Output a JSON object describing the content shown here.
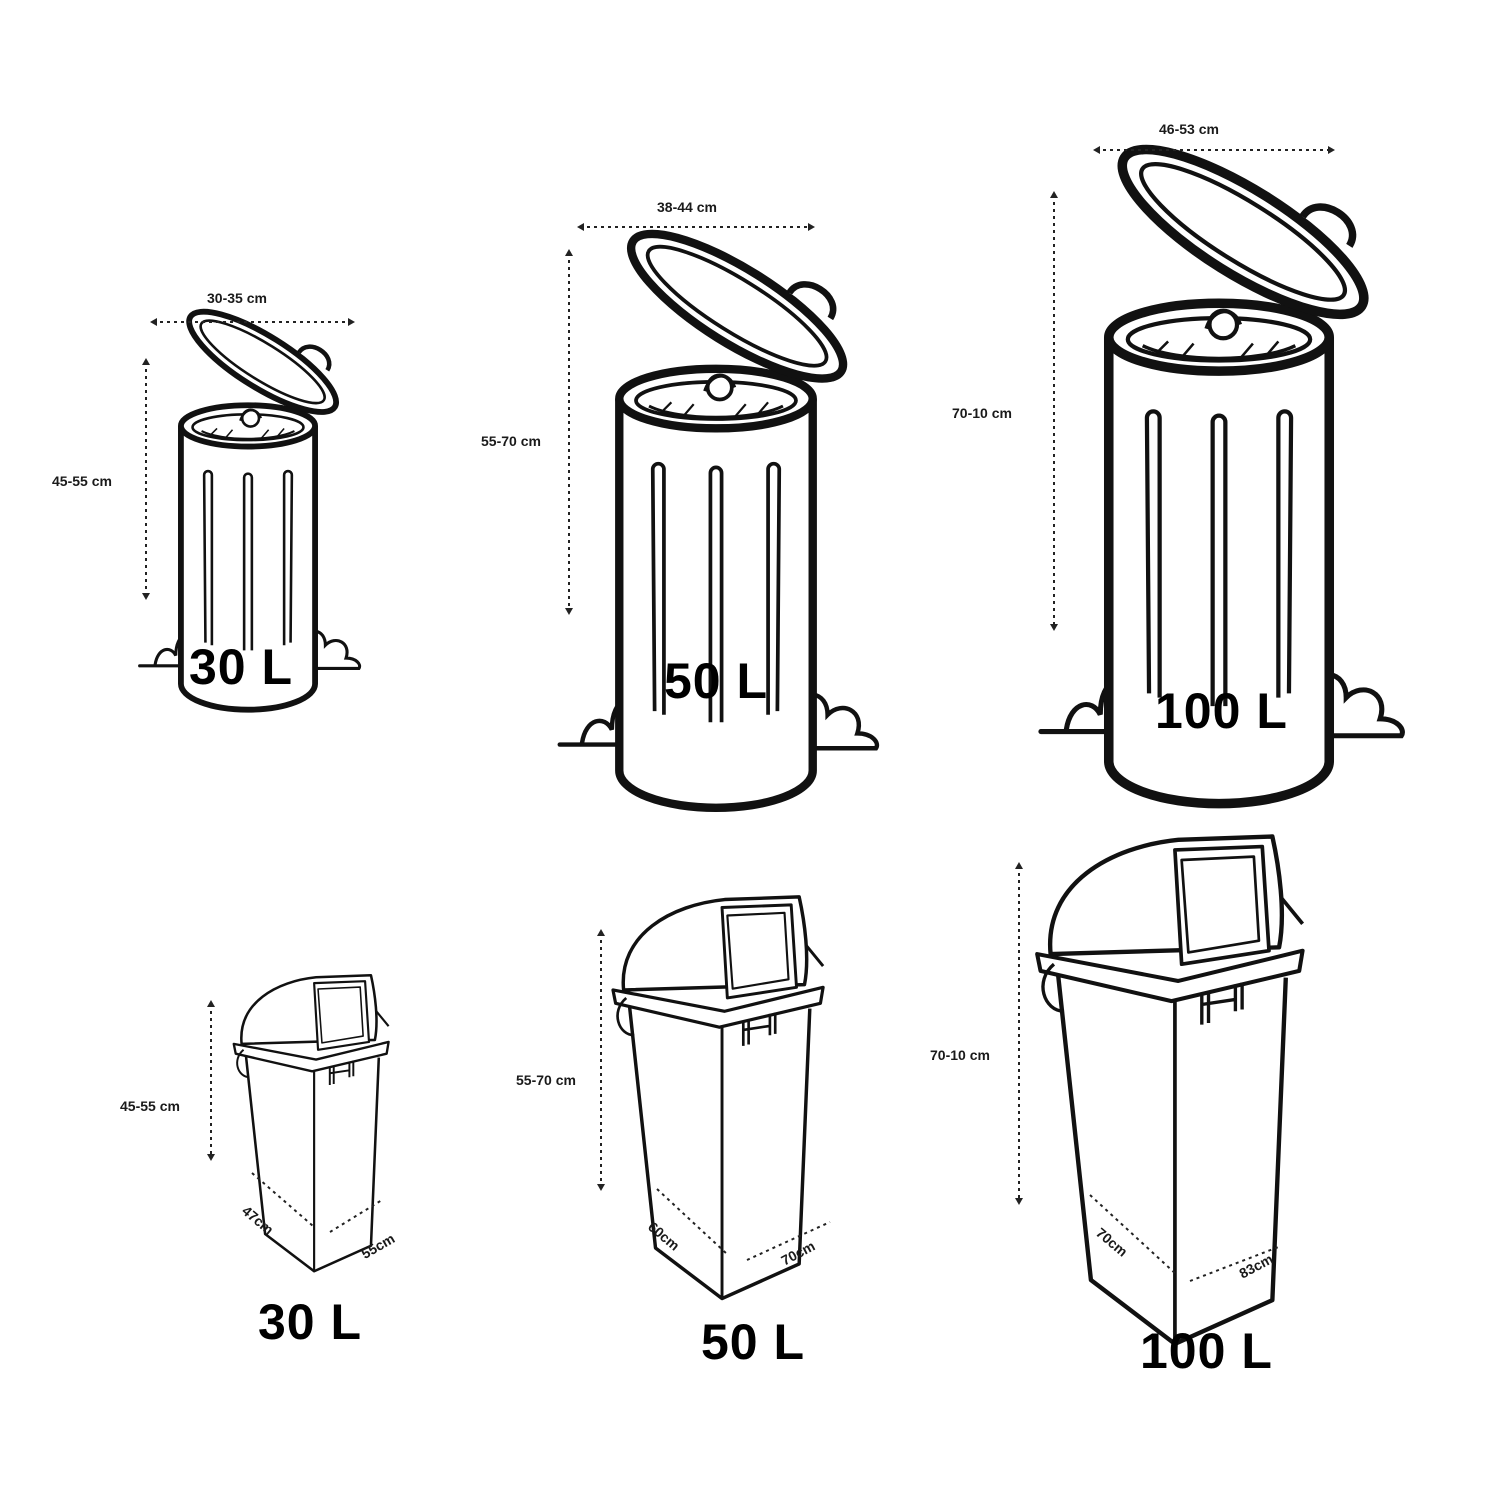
{
  "round_bins": [
    {
      "width": "30-35 cm",
      "height": "45-55 cm",
      "capacity": "30 L"
    },
    {
      "width": "38-44 cm",
      "height": "55-70 cm",
      "capacity": "50 L"
    },
    {
      "width": "46-53 cm",
      "height": "70-10 cm",
      "capacity": "100 L"
    }
  ],
  "square_bins": [
    {
      "height": "45-55 cm",
      "depth": "47cm",
      "width": "55cm",
      "capacity": "30 L"
    },
    {
      "height": "55-70 cm",
      "depth": "60cm",
      "width": "70cm",
      "capacity": "50 L"
    },
    {
      "height": "70-10 cm",
      "depth": "70cm",
      "width": "83cm",
      "capacity": "100 L"
    }
  ],
  "colors": {
    "ink": "#111111",
    "background": "#ffffff"
  },
  "icons": {
    "round": "pedal-trash-can-icon",
    "square": "swing-lid-bin-icon"
  }
}
